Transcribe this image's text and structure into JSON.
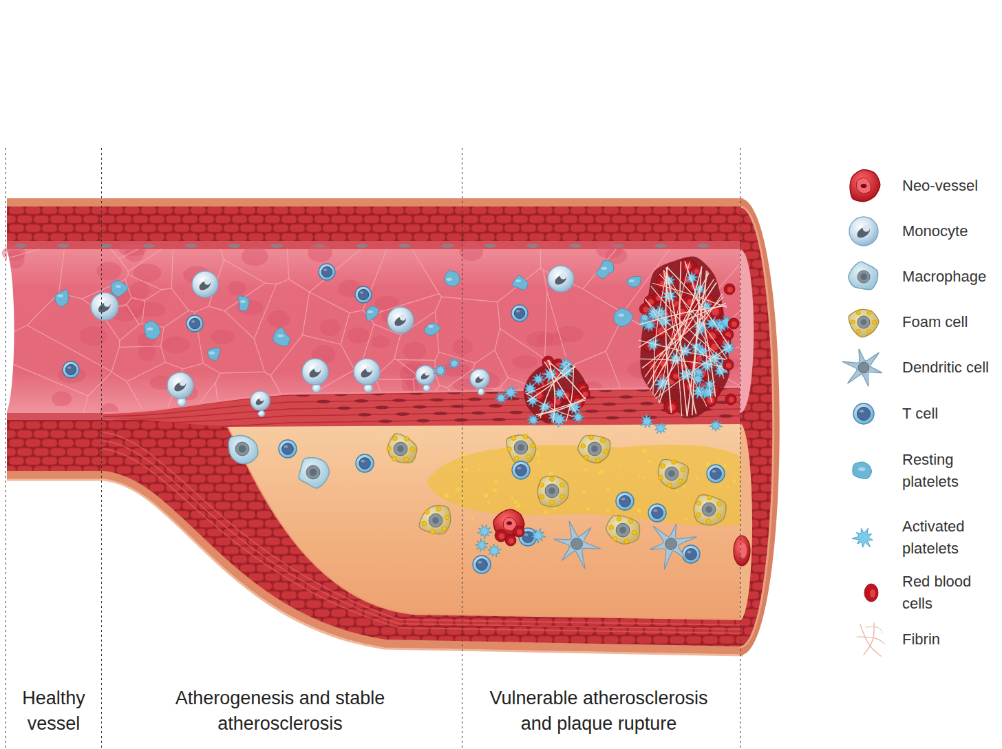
{
  "diagram": {
    "labels": [
      "Healthy vessel",
      "Atherogenesis and stable atherosclerosis",
      "Vulnerable atherosclerosis and plaque rupture"
    ],
    "legend": [
      {
        "text": "Neo-vessel"
      },
      {
        "text": "Monocyte"
      },
      {
        "text": "Macrophage"
      },
      {
        "text": "Foam cell"
      },
      {
        "text": "Dendritic cell"
      },
      {
        "text": "T cell"
      },
      {
        "text": "Resting platelets"
      },
      {
        "text": "Activated platelets"
      },
      {
        "text": "Red blood cells"
      },
      {
        "text": "Fibrin"
      }
    ]
  }
}
